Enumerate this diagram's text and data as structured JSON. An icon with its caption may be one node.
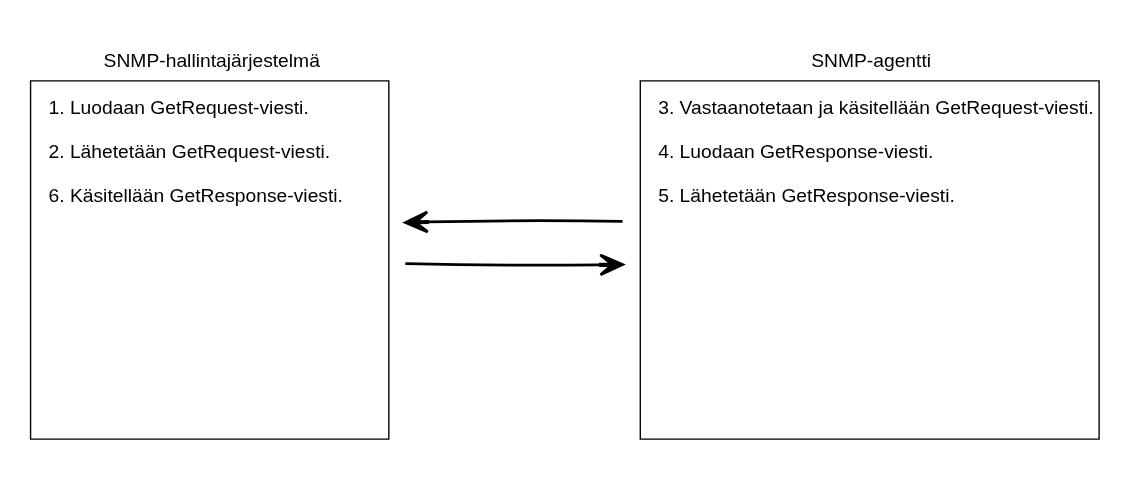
{
  "diagram": {
    "nodes": [
      {
        "text": [
          "SNMP-hallintajärjestelmä",
          "1. Luodaan GetRequest-viesti.",
          "2. Lähetetään GetRequest-viesti.",
          "6. Käsitellään GetResponse-viesti."
        ]
      },
      {
        "text": [
          "SNMP-agentti",
          "3. Vastaanotetaan ja käsitellään GetRequest-viesti.",
          "4. Luodaan GetResponse-viesti.",
          "5. Lähetetään GetResponse-viesti."
        ]
      }
    ],
    "edges": [
      {
        "from": 0,
        "to": 1,
        "arrow": "to"
      },
      {
        "from": 1,
        "to": 0,
        "arrow": "to"
      }
    ]
  }
}
